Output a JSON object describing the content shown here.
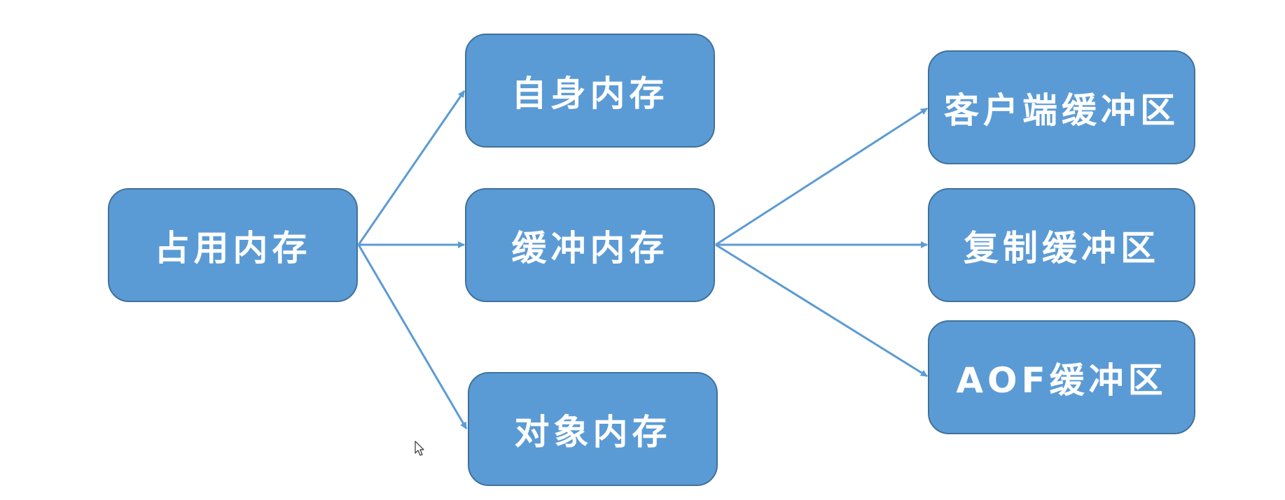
{
  "nodes": {
    "root": {
      "label": "占用内存"
    },
    "self": {
      "label": "自身内存"
    },
    "buffer": {
      "label": "缓冲内存"
    },
    "object": {
      "label": "对象内存"
    },
    "client_buffer": {
      "label": "客户端缓冲区"
    },
    "replication_buffer": {
      "label": "复制缓冲区"
    },
    "aof_buffer": {
      "label": "AOF缓冲区"
    }
  },
  "edges": [
    {
      "from": "root",
      "to": "self"
    },
    {
      "from": "root",
      "to": "buffer"
    },
    {
      "from": "root",
      "to": "object"
    },
    {
      "from": "buffer",
      "to": "client_buffer"
    },
    {
      "from": "buffer",
      "to": "replication_buffer"
    },
    {
      "from": "buffer",
      "to": "aof_buffer"
    }
  ],
  "colors": {
    "box_fill": "#5b9bd5",
    "box_border": "#41719c",
    "arrow": "#5b9bd5",
    "text": "#ffffff"
  }
}
